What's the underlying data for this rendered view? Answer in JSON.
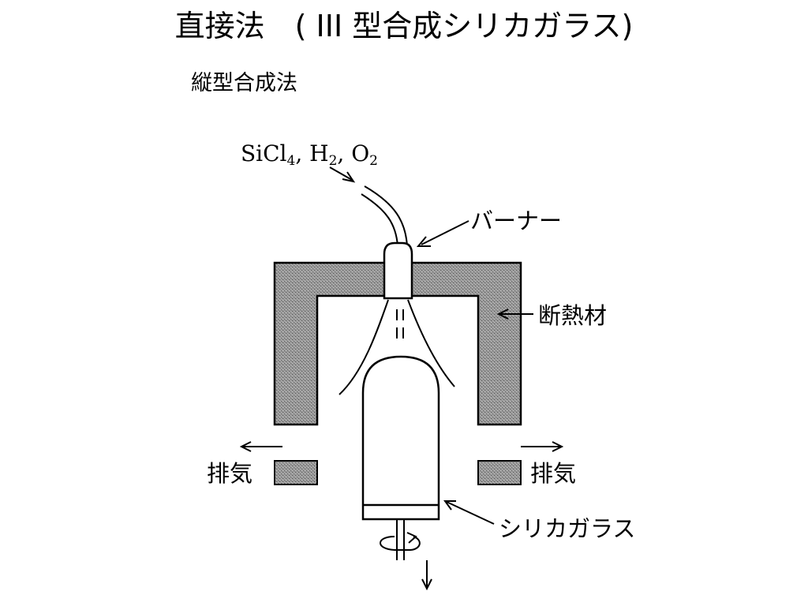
{
  "slide": {
    "title": "直接法　( III 型合成シリカガラス)",
    "subtitle": "縦型合成法"
  },
  "diagram": {
    "gas_formula": {
      "main_1": "SiCl",
      "sub_1": "4",
      "main_2": ", H",
      "sub_2": "2",
      "main_3": ", O",
      "sub_3": "2"
    },
    "labels": {
      "burner": "バーナー",
      "insulation": "断熱材",
      "exhaust_left": "排気",
      "exhaust_right": "排気",
      "silica_glass": "シリカガラス"
    },
    "colors": {
      "insulation_fill": "#8a8a8a",
      "line": "#000000",
      "background": "#ffffff"
    }
  }
}
